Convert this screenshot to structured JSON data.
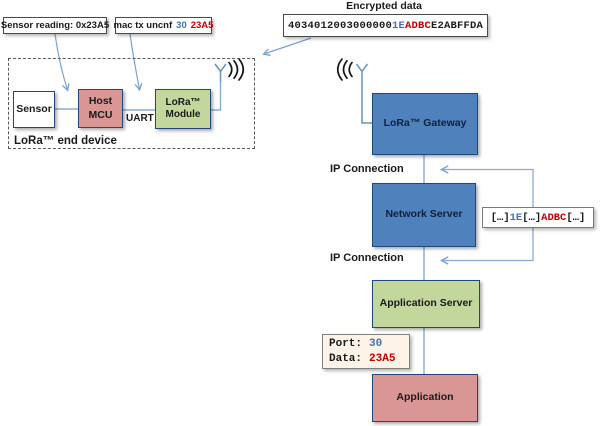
{
  "top": {
    "sensor_reading": "Sensor reading: 0x23A5",
    "mac_tx": {
      "cmd": "mac tx uncnf",
      "port": "30",
      "payload": "23A5"
    },
    "encrypted": {
      "title": "Encrypted data",
      "head": "4034012003000000",
      "port": "1E",
      "payload": "ADBC",
      "tail": "E2ABFFDA"
    }
  },
  "end_device": {
    "caption": "LoRa™ end device",
    "sensor": "Sensor",
    "host_mcu": "Host MCU",
    "lora_module": "LoRa™ Module",
    "uart": "UART"
  },
  "backhaul": {
    "gateway": "LoRa™ Gateway",
    "network_server": "Network Server",
    "application_server": "Application Server",
    "application": "Application",
    "ip_connection_top": "IP Connection",
    "ip_connection_bottom": "IP Connection",
    "packet": {
      "b1": "[…]",
      "port": "1E",
      "b2": "[…]",
      "payload": "ADBC",
      "b3": "[…]"
    },
    "delivered": {
      "port_label": "Port:",
      "port_value": "30",
      "data_label": "Data:",
      "data_value": "23A5"
    }
  },
  "colors": {
    "node_blue": "#4f81bd",
    "node_green": "#c3d69b",
    "node_pink": "#d99694",
    "border_navy": "#1f497d",
    "accent_blue_text": "#4573a7",
    "accent_red_text": "#c00000",
    "wire_blue": "#8aabd0",
    "cream_fill": "#fdf3e6"
  }
}
